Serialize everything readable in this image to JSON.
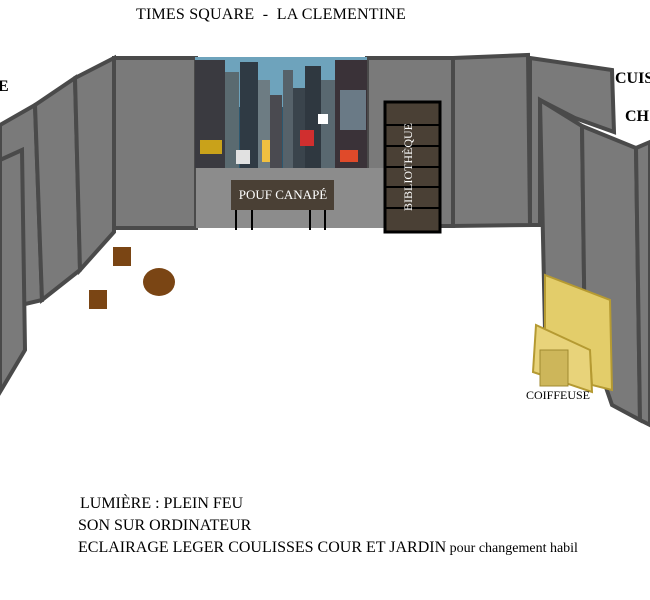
{
  "title": "TIMES SQUARE  -  LA CLEMENTINE",
  "labels": {
    "left_edge": "E",
    "cuisine": "CUIS",
    "chambre": "CH",
    "pouf": "POUF CANAPÉ",
    "bibliotheque": "BIBLIOTHÈQUE",
    "coiffeuse": "COIFFEUSE"
  },
  "notes": {
    "line1": "LUMIÈRE : PLEIN FEU",
    "line2": "SON SUR ORDINATEUR",
    "line3_caps": "ECLAIRAGE LEGER COULISSES COUR ET JARDIN",
    "line3_rest": " pour changement habil"
  },
  "colors": {
    "wall": "#7a7a7a",
    "wall_edge": "#4a4a4a",
    "platform": "#8c8c8c",
    "furniture_dark": "#4a4035",
    "prop_brown": "#7a4514",
    "vanity": "#e3cd6a"
  },
  "icons": {
    "backdrop": "city-skyline-icon",
    "stool": "square-stool-icon",
    "table": "round-table-icon"
  }
}
